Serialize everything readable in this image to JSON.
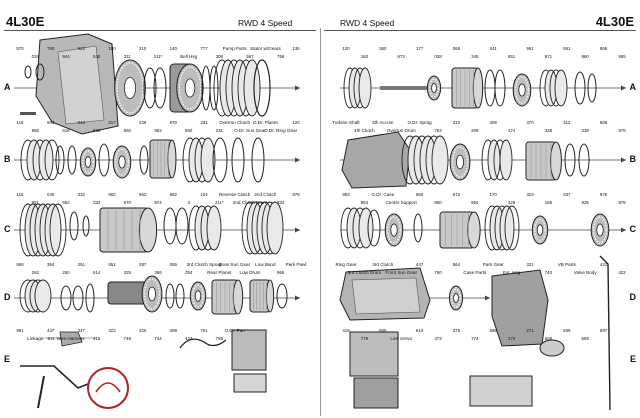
{
  "header": {
    "title_left": "4L30E",
    "title_right": "4L30E",
    "subtitle_left": "RWD 4 Speed",
    "subtitle_right": "RWD 4 Speed"
  },
  "rows": [
    "A",
    "B",
    "C",
    "D",
    "E"
  ],
  "callouts_left": [
    {
      "t": "570"
    },
    {
      "t": "034"
    },
    {
      "t": "780"
    },
    {
      "t": "944"
    },
    {
      "t": "523"
    },
    {
      "t": "530"
    },
    {
      "t": "180"
    },
    {
      "t": "311"
    },
    {
      "t": "210"
    },
    {
      "t": "211*"
    },
    {
      "t": "140"
    },
    {
      "t": "Bell Hsg"
    },
    {
      "t": "777"
    },
    {
      "t": "308"
    },
    {
      "t": "Pump Parts"
    },
    {
      "t": "567"
    },
    {
      "t": "Stator w/Gears"
    },
    {
      "t": "759"
    },
    {
      "t": "136"
    },
    {
      "t": "119"
    },
    {
      "t": "886"
    },
    {
      "t": "903"
    },
    {
      "t": "616"
    },
    {
      "t": "043"
    },
    {
      "t": "863"
    },
    {
      "t": "217"
    },
    {
      "t": "560"
    },
    {
      "t": "229"
    },
    {
      "t": "962"
    },
    {
      "t": "970"
    },
    {
      "t": "960"
    },
    {
      "t": "231"
    },
    {
      "t": "231"
    },
    {
      "t": "Overrun Clutch"
    },
    {
      "t": "O.Dr. Sun Gear"
    },
    {
      "t": "O.Dr. Planet"
    },
    {
      "t": "O.Dr. Ring Gear"
    },
    {
      "t": "120"
    },
    {
      "t": "115"
    },
    {
      "t": "951"
    },
    {
      "t": "040"
    },
    {
      "t": "552"
    },
    {
      "t": "332"
    },
    {
      "t": "333"
    },
    {
      "t": "962"
    },
    {
      "t": "970"
    },
    {
      "t": "962"
    },
    {
      "t": "974"
    },
    {
      "t": "852"
    },
    {
      "t": "3"
    },
    {
      "t": "104"
    },
    {
      "t": "211*"
    },
    {
      "t": "Reverse Clutch"
    },
    {
      "t": "2nd Clutch Drum"
    },
    {
      "t": "2nd Clutch"
    },
    {
      "t": "334"
    },
    {
      "t": "978"
    },
    {
      "t": "865"
    },
    {
      "t": "262"
    },
    {
      "t": "384"
    },
    {
      "t": "250"
    },
    {
      "t": "251"
    },
    {
      "t": "614"
    },
    {
      "t": "551"
    },
    {
      "t": "325"
    },
    {
      "t": "287"
    },
    {
      "t": "386"
    },
    {
      "t": "055"
    },
    {
      "t": "254"
    },
    {
      "t": "3rd Clutch Sprag"
    },
    {
      "t": "Rear Planet"
    },
    {
      "t": "Rear Sun Gear"
    },
    {
      "t": "Low Drum"
    },
    {
      "t": "Low Band"
    },
    {
      "t": "965"
    },
    {
      "t": "Park Pawl"
    },
    {
      "t": "991"
    },
    {
      "t": "Linkage"
    },
    {
      "t": "447"
    },
    {
      "t": "Ext. Wire Harness"
    },
    {
      "t": "347"
    },
    {
      "t": "416"
    },
    {
      "t": "322"
    },
    {
      "t": "748"
    },
    {
      "t": "320"
    },
    {
      "t": "744"
    },
    {
      "t": "398"
    },
    {
      "t": "423"
    },
    {
      "t": "751"
    },
    {
      "t": "768"
    },
    {
      "t": "O.Dr. Pan"
    }
  ],
  "callouts_right": [
    {
      "t": "120"
    },
    {
      "t": "180"
    },
    {
      "t": "360"
    },
    {
      "t": "673"
    },
    {
      "t": "177"
    },
    {
      "t": "038"
    },
    {
      "t": "068"
    },
    {
      "t": "345"
    },
    {
      "t": "341"
    },
    {
      "t": "551"
    },
    {
      "t": "961"
    },
    {
      "t": "971"
    },
    {
      "t": "961"
    },
    {
      "t": "860"
    },
    {
      "t": "865"
    },
    {
      "t": "585"
    },
    {
      "t": "Turbine Shaft"
    },
    {
      "t": "4th Clutch"
    },
    {
      "t": "4th Accum"
    },
    {
      "t": "Overrun Drum"
    },
    {
      "t": "O.Dr. Sprag"
    },
    {
      "t": "763"
    },
    {
      "t": "310"
    },
    {
      "t": "209"
    },
    {
      "t": "308"
    },
    {
      "t": "174"
    },
    {
      "t": "370"
    },
    {
      "t": "338"
    },
    {
      "t": "312"
    },
    {
      "t": "339"
    },
    {
      "t": "865"
    },
    {
      "t": "976"
    },
    {
      "t": "963"
    },
    {
      "t": "953"
    },
    {
      "t": "O.Dr. Case"
    },
    {
      "t": "Center Support"
    },
    {
      "t": "960"
    },
    {
      "t": "950"
    },
    {
      "t": "672"
    },
    {
      "t": "954"
    },
    {
      "t": "170"
    },
    {
      "t": "328"
    },
    {
      "t": "323"
    },
    {
      "t": "185"
    },
    {
      "t": "337"
    },
    {
      "t": "925"
    },
    {
      "t": "976"
    },
    {
      "t": "978"
    },
    {
      "t": "Ring Gear"
    },
    {
      "t": "3rd Clutch Drum"
    },
    {
      "t": "3rd Clutch"
    },
    {
      "t": "Front Sun Gear"
    },
    {
      "t": "447"
    },
    {
      "t": "760"
    },
    {
      "t": "564"
    },
    {
      "t": "Case Parts"
    },
    {
      "t": "Park Gear"
    },
    {
      "t": "Ext. Hsg"
    },
    {
      "t": "321"
    },
    {
      "t": "740"
    },
    {
      "t": "VB Parts"
    },
    {
      "t": "Valve Body"
    },
    {
      "t": "421"
    },
    {
      "t": "422"
    },
    {
      "t": "418"
    },
    {
      "t": "778"
    },
    {
      "t": "905"
    },
    {
      "t": "Low Servo"
    },
    {
      "t": "610"
    },
    {
      "t": "373"
    },
    {
      "t": "375"
    },
    {
      "t": "774"
    },
    {
      "t": "586"
    },
    {
      "t": "270"
    },
    {
      "t": "271"
    },
    {
      "t": "608"
    },
    {
      "t": "509"
    },
    {
      "t": "559"
    },
    {
      "t": "597"
    }
  ],
  "colors": {
    "line": "#222222",
    "gray_dark": "#3a3a3a",
    "gray_mid": "#7a7a7a",
    "gray_light": "#c8c8c8",
    "accent_red": "#b32222"
  },
  "icons": {
    "logo": "transmission-logo-icon"
  }
}
